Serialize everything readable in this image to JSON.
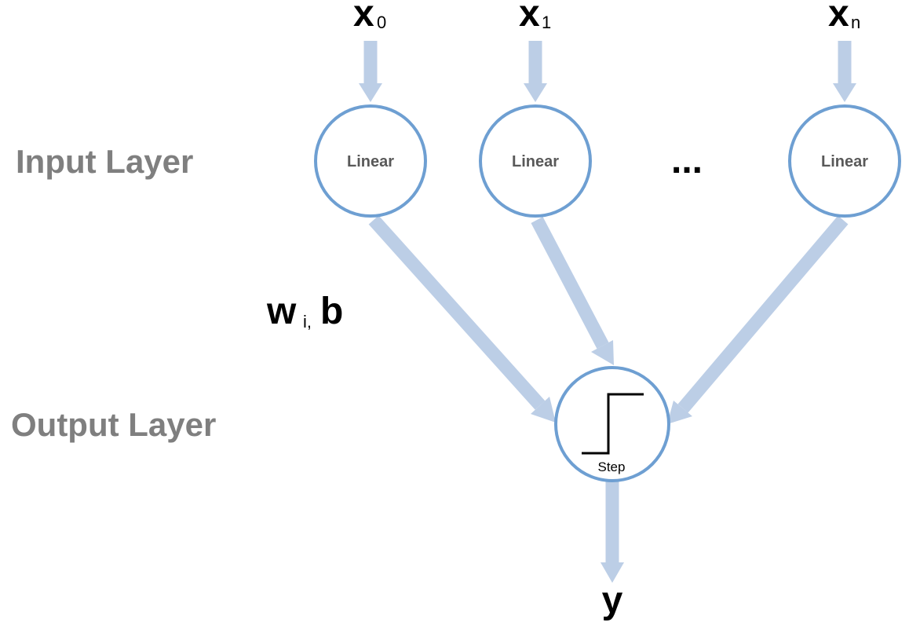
{
  "colors": {
    "node_stroke": "#6e9fd2",
    "arrow": "#bccee6",
    "layer_label": "#7f7f7f",
    "node_text": "#595959"
  },
  "layers": {
    "input": "Input Layer",
    "output": "Output Layer"
  },
  "inputs": [
    {
      "main": "x",
      "sub": "0"
    },
    {
      "main": "x",
      "sub": "1"
    },
    {
      "main": "x",
      "sub": "n"
    }
  ],
  "input_nodes": [
    "Linear",
    "Linear",
    "Linear"
  ],
  "ellipsis": "...",
  "weights": {
    "main": "w",
    "sub": "i,",
    "bias": "b"
  },
  "output_node": {
    "label": "Step",
    "icon": "step-function-icon"
  },
  "output": "y"
}
